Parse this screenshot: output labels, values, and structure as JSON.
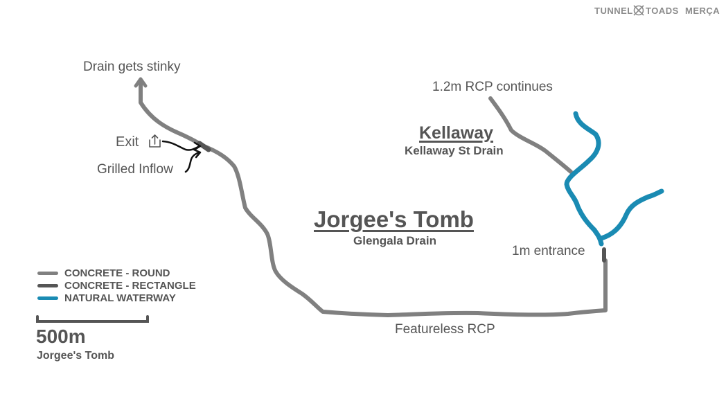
{
  "branding": {
    "left": "TUNNEL",
    "right": "TOADS",
    "sub": "MERÇA",
    "logo_icon": "crossed-circle-icon"
  },
  "titles": {
    "main": "Jorgee's Tomb",
    "main_sub": "Glengala Drain",
    "kellaway": "Kellaway",
    "kellaway_sub": "Kellaway St Drain"
  },
  "annotations": {
    "drain_stinky": "Drain gets stinky",
    "exit": "Exit",
    "exit_icon": "share-exit-icon",
    "grilled_inflow": "Grilled Inflow",
    "rcp_continues": "1.2m RCP continues",
    "entrance": "1m entrance",
    "featureless": "Featureless RCP"
  },
  "legend": [
    {
      "label": "CONCRETE - ROUND",
      "color": "#808080"
    },
    {
      "label": "CONCRETE - RECTANGLE",
      "color": "#555555"
    },
    {
      "label": "NATURAL WATERWAY",
      "color": "#1a8bb3"
    }
  ],
  "scale": {
    "distance": "500m",
    "caption": "Jorgee's Tomb"
  },
  "colors": {
    "concrete_round": "#808080",
    "concrete_rectangle": "#555555",
    "natural_waterway": "#1a8bb3",
    "text": "#555555"
  }
}
